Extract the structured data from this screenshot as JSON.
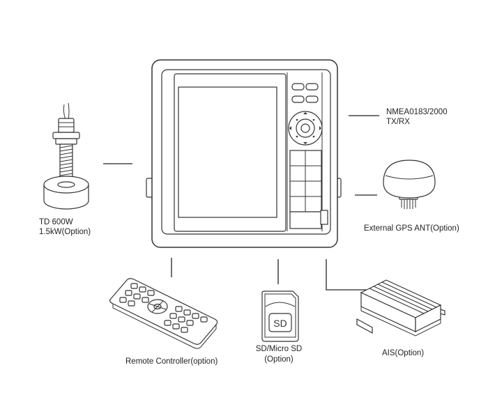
{
  "labels": {
    "transducer_line1": "TD 600W",
    "transducer_line2": "1.5kW(Option)",
    "nmea_line1": "NMEA0183/2000",
    "nmea_line2": "TX/RX",
    "gps_antenna": "External GPS ANT(Option)",
    "remote": "Remote Controller(option)",
    "sd_line1": "SD/Micro SD",
    "sd_line2": "(Option)",
    "sd_card_text": "SD",
    "ais": "AIS(Option)"
  }
}
